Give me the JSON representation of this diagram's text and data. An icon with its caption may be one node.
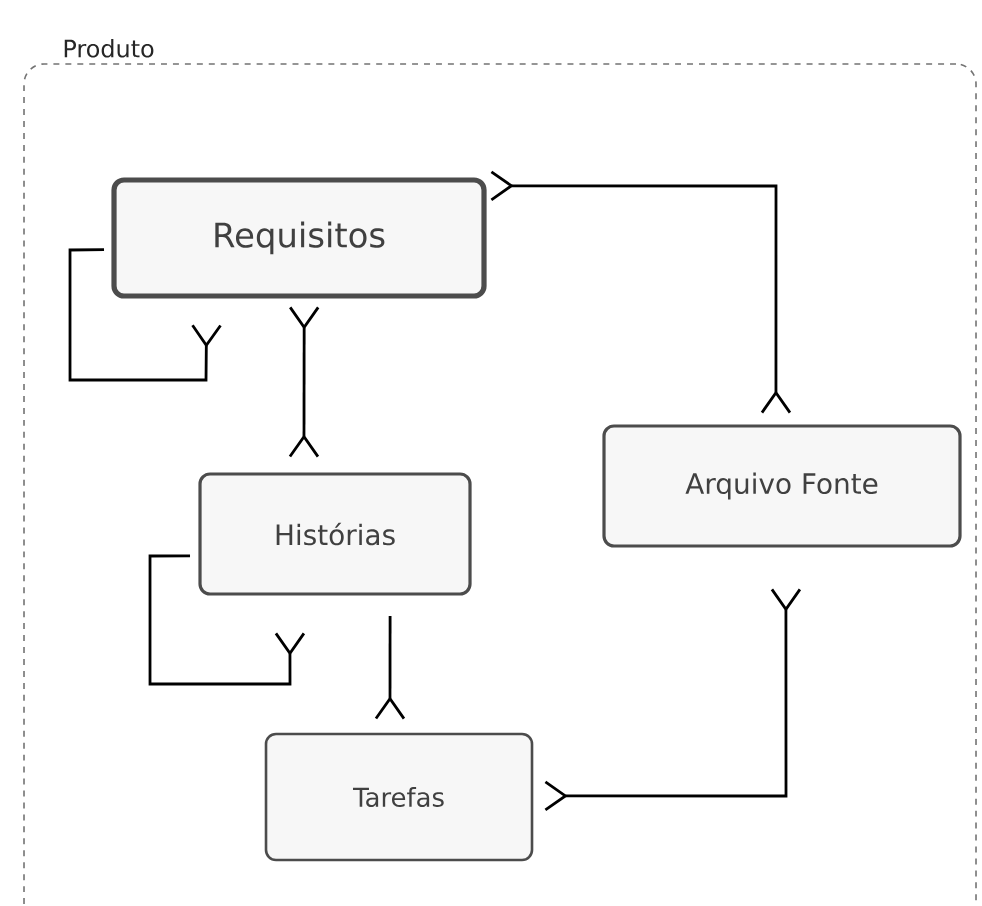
{
  "diagram": {
    "nodes": [
      {
        "text": [
          "Produto"
        ]
      },
      {
        "text": [
          "Requisitos"
        ],
        "in": 0
      },
      {
        "text": [
          "Histórias"
        ],
        "in": 0
      },
      {
        "text": [
          "Arquivo Fonte"
        ],
        "in": 0
      },
      {
        "text": [
          "Tarefas"
        ],
        "in": 0
      }
    ],
    "edges": [
      {
        "from": 1,
        "to": 1,
        "arrow": "other"
      },
      {
        "from": 1,
        "to": 2,
        "arrow": "other"
      },
      {
        "from": 1,
        "to": 3,
        "arrow": "other"
      },
      {
        "from": 2,
        "to": 2,
        "arrow": "other"
      },
      {
        "from": 2,
        "to": 4,
        "arrow": "other"
      },
      {
        "from": 4,
        "to": 3,
        "arrow": "other"
      }
    ]
  }
}
